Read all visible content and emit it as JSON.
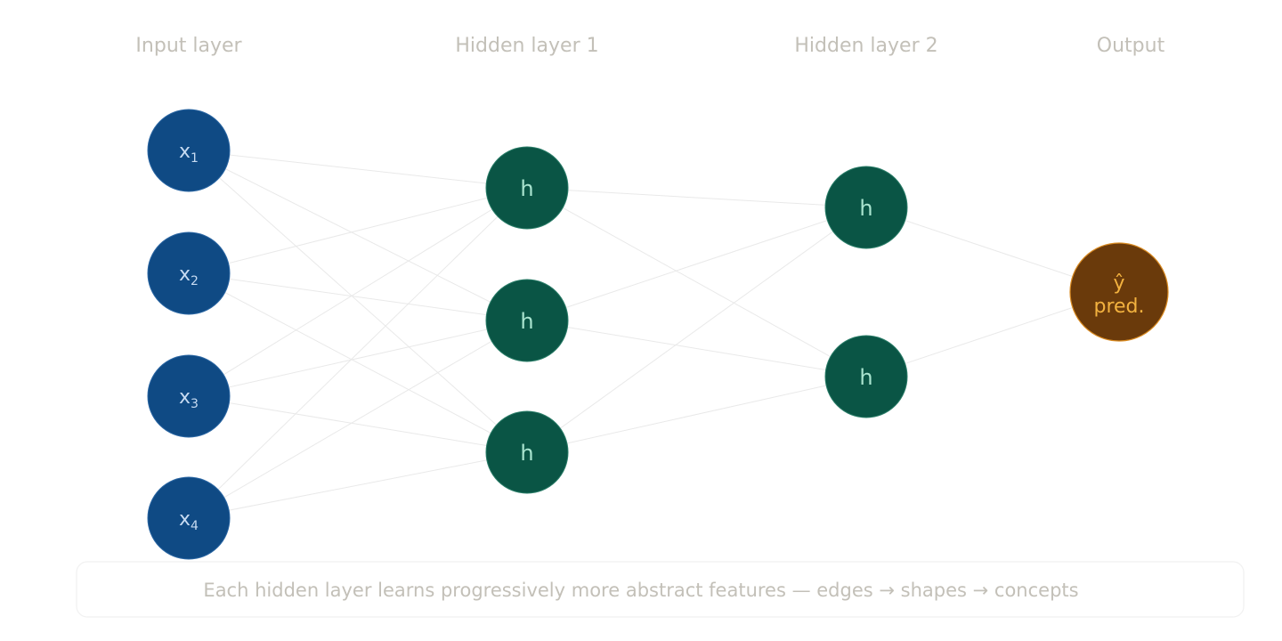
{
  "layers": [
    {
      "label": "Input layer",
      "nodes": [
        {
          "text": "x",
          "sub": "1"
        },
        {
          "text": "x",
          "sub": "2"
        },
        {
          "text": "x",
          "sub": "3"
        },
        {
          "text": "x",
          "sub": "4"
        }
      ]
    },
    {
      "label": "Hidden layer 1",
      "nodes": [
        {
          "text": "h"
        },
        {
          "text": "h"
        },
        {
          "text": "h"
        }
      ]
    },
    {
      "label": "Hidden layer 2",
      "nodes": [
        {
          "text": "h"
        },
        {
          "text": "h"
        }
      ]
    },
    {
      "label": "Output",
      "nodes": [
        {
          "text": "ŷ",
          "subtext": "pred."
        }
      ]
    }
  ],
  "caption": "Each hidden layer learns progressively more abstract features — edges → shapes → concepts",
  "colors": {
    "input_node": "#0f4a84",
    "hidden_node": "#0a5545",
    "output_node": "#6a3a0b",
    "output_accent": "#f3b23f",
    "edge": "#e9e9e9",
    "label": "#c3c0b8"
  }
}
